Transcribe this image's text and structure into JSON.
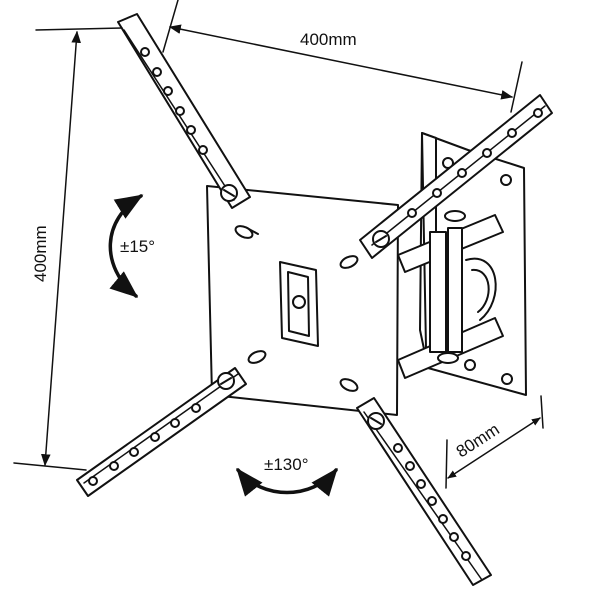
{
  "dimensions": {
    "width_label": "400mm",
    "height_label": "400mm",
    "depth_label": "80mm"
  },
  "angles": {
    "tilt_label": "±15°",
    "swivel_label": "±130°"
  }
}
